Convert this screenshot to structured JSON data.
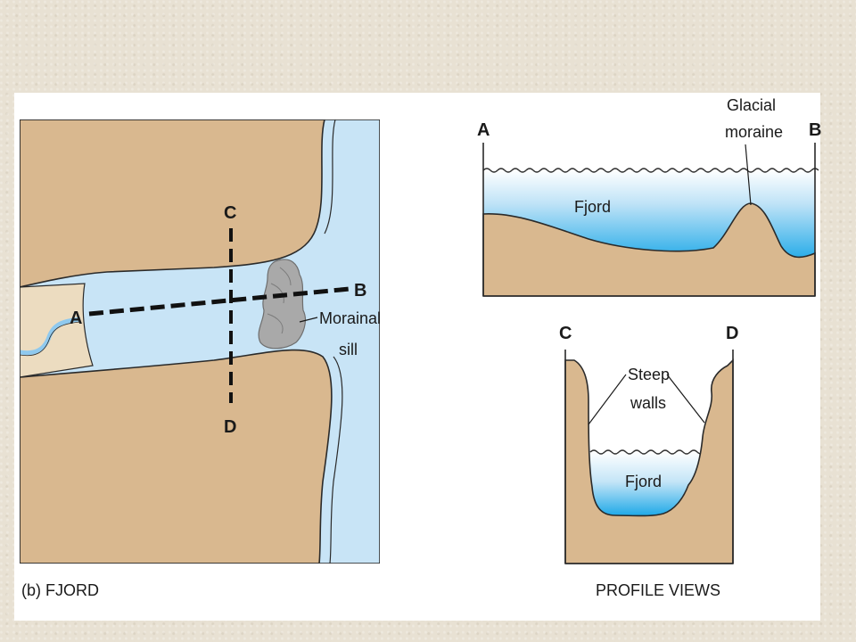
{
  "fjord_map": {
    "point_a": "A",
    "point_b": "B",
    "point_c": "C",
    "point_d": "D",
    "sill_label_1": "Morainal",
    "sill_label_2": "sill",
    "caption": "(b) FJORD"
  },
  "profile_ab": {
    "point_a": "A",
    "point_b": "B",
    "moraine_label_1": "Glacial",
    "moraine_label_2": "moraine",
    "water_label": "Fjord"
  },
  "profile_cd": {
    "point_c": "C",
    "point_d": "D",
    "walls_label_1": "Steep",
    "walls_label_2": "walls",
    "water_label": "Fjord",
    "caption": "PROFILE VIEWS"
  },
  "colors": {
    "land": "#d9b88f",
    "water": "#c8e4f6",
    "deep_water": "#1aa7e8",
    "sill": "#a9a9a9"
  }
}
